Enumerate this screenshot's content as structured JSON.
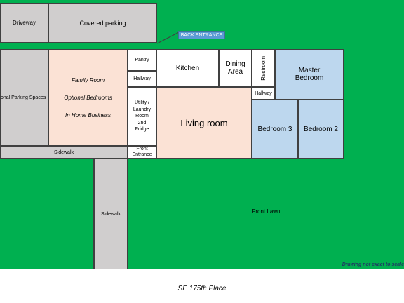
{
  "labels": {
    "driveway": "Driveway",
    "covered_parking": "Covered parking",
    "back_entrance": "BACK ENTRANCE",
    "additional_parking": "onal Parking Spaces",
    "family_room": {
      "line1": "Family Room",
      "line2": "Optional Bedrooms",
      "line3": "In Home Business"
    },
    "pantry": "Pantry",
    "hallway_1": "Hallway",
    "kitchen": "Kitchen",
    "dining_area": "Dining Area",
    "restroom": "Restroom",
    "master_bedroom": "Master Bedroom",
    "hallway_2": "Hallway",
    "utility": "Utility / Laundry Room 2nd Fridge",
    "living_room": "Living room",
    "bedroom_3": "Bedroom 3",
    "bedroom_2": "Bedroom 2",
    "sidewalk_horizontal": "Sidewalk",
    "front_entrance": "Front Entrance",
    "sidewalk_vertical": "Sidewalk",
    "front_lawn": "Front Lawn",
    "scale_note": "Drawing not exact to scale",
    "street": "SE 175th Place"
  },
  "colors": {
    "lawn": "#00b050",
    "pavement": "#d0cece",
    "family_living": "#fbe2d5",
    "bedrooms": "#bdd7ee",
    "back_entrance_tag": "#5b9bd5"
  }
}
